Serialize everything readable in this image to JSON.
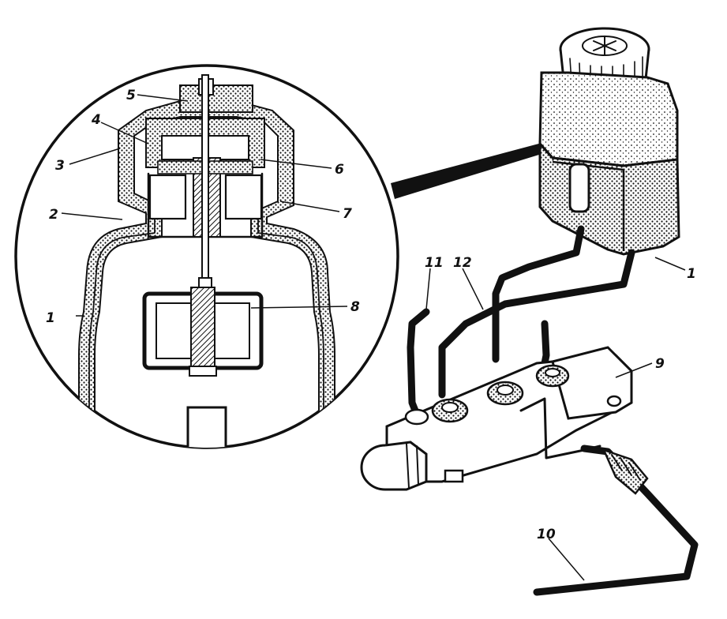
{
  "callouts": {
    "detail": [
      "1",
      "2",
      "3",
      "4",
      "5",
      "6",
      "7",
      "8"
    ],
    "assembly": [
      "1",
      "9",
      "10",
      "11",
      "12"
    ]
  },
  "colors": {
    "ink": "#111111",
    "paper": "#ffffff"
  }
}
